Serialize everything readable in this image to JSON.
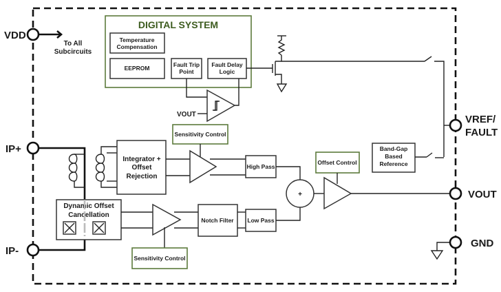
{
  "colors": {
    "green_border": "#5b7a3b",
    "green_title": "#3d5c1f",
    "line": "#222222"
  },
  "pins": {
    "vdd": "VDD",
    "ip_plus": "IP+",
    "ip_minus": "IP-",
    "vref_line1": "VREF/",
    "vref_line2": "FAULT",
    "vout": "VOUT",
    "gnd": "GND"
  },
  "vdd_note": {
    "line1": "To All",
    "line2": "Subcircuits"
  },
  "digital_system": {
    "title": "DIGITAL SYSTEM",
    "temp_comp": {
      "line1": "Temperature",
      "line2": "Compensation"
    },
    "eeprom": "EEPROM",
    "fault_trip": {
      "line1": "Fault Trip",
      "line2": "Point"
    },
    "fault_delay": {
      "line1": "Fault Delay",
      "line2": "Logic"
    }
  },
  "comparator_input": "VOUT",
  "sensitivity_control_top": "Sensitivity Control",
  "sensitivity_control_bottom": "Sensitivity Control",
  "integrator": {
    "line1": "Integrator +",
    "line2": "Offset",
    "line3": "Rejection"
  },
  "doc": {
    "line1": "Dynamic Offset",
    "line2": "Cancellation"
  },
  "notch_filter": "Notch Filter",
  "high_pass": "High Pass",
  "low_pass": "Low Pass",
  "summer": "+",
  "offset_control": "Offset Control",
  "bandgap": {
    "line1": "Band-Gap",
    "line2": "Based",
    "line3": "Reference"
  }
}
